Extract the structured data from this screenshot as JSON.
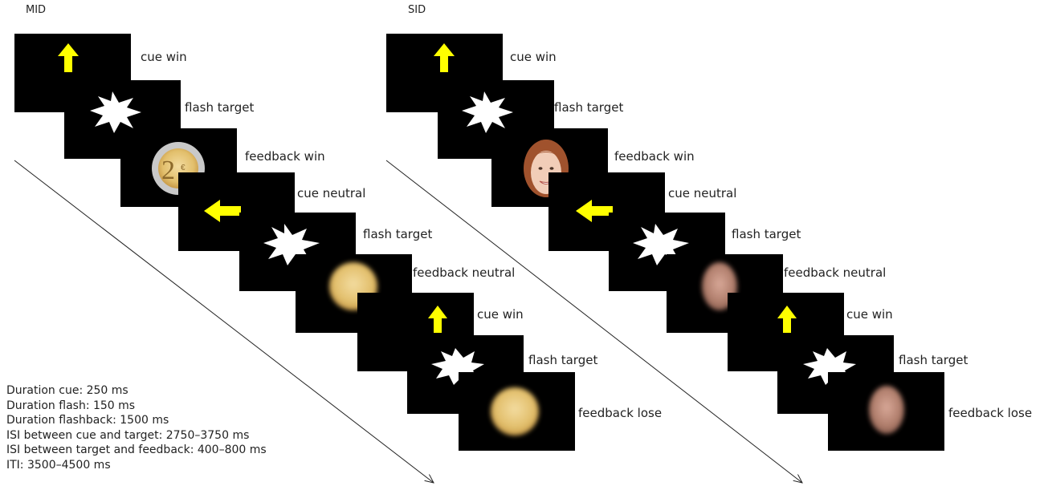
{
  "panels": {
    "mid": {
      "title": "MID"
    },
    "sid": {
      "title": "SID"
    }
  },
  "steps": {
    "cue_win": "cue win",
    "flash_target": "flash target",
    "feedback_win": "feedback win",
    "cue_neutral": "cue neutral",
    "feedback_neutral": "feedback neutral",
    "feedback_lose": "feedback lose"
  },
  "timings": [
    "Duration cue: 250 ms",
    "Duration flash: 150 ms",
    "Duration flashback: 1500 ms",
    "ISI between cue and target: 2750–3750 ms",
    "ISI between target and feedback: 400–800 ms",
    "ITI: 3500–4500 ms"
  ],
  "colors": {
    "screen_background": "#000000",
    "arrow_cue": "#ffff00",
    "flash_target": "#ffffff",
    "coin": "#e7c87a",
    "face": "#b98a78"
  },
  "icons": {
    "cue_win": "arrow-up-icon",
    "cue_neutral": "arrow-left-icon",
    "flash_target": "starburst-icon",
    "mid_feedback_win": "euro-coin-icon",
    "mid_feedback_blurred": "blurred-coin-icon",
    "sid_feedback_win": "smiling-face-icon",
    "sid_feedback_blurred": "blurred-face-icon"
  }
}
